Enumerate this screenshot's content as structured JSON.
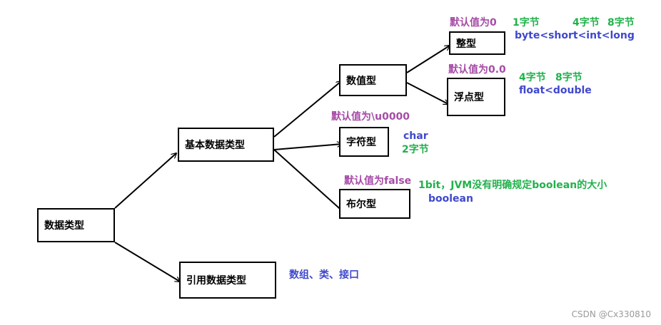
{
  "nodes": {
    "root": "数据类型",
    "primitive": "基本数据类型",
    "reference": "引用数据类型",
    "numeric": "数值型",
    "integer": "整型",
    "float": "浮点型",
    "char": "字符型",
    "bool": "布尔型"
  },
  "notes": {
    "integer_default": "默认值为0",
    "integer_b1": "1字节",
    "integer_b4": "4字节",
    "integer_b8": "8字节",
    "integer_types": "byte<short<int<long",
    "float_default": "默认值为0.0",
    "float_b4": "4字节",
    "float_b8": "8字节",
    "float_types": "float<double",
    "char_default": "默认值为\\u0000",
    "char_type": "char",
    "char_size": "2字节",
    "bool_default": "默认值为false",
    "bool_size": "1bit，JVM没有明确规定boolean的大小",
    "bool_type": "boolean",
    "reference_types": "数组、类、接口"
  },
  "watermark": "CSDN @Cx330810",
  "colors": {
    "default_value": "#a64ca6",
    "byte_size": "#22b14c",
    "type_name": "#3f48cc",
    "line": "#000000"
  }
}
